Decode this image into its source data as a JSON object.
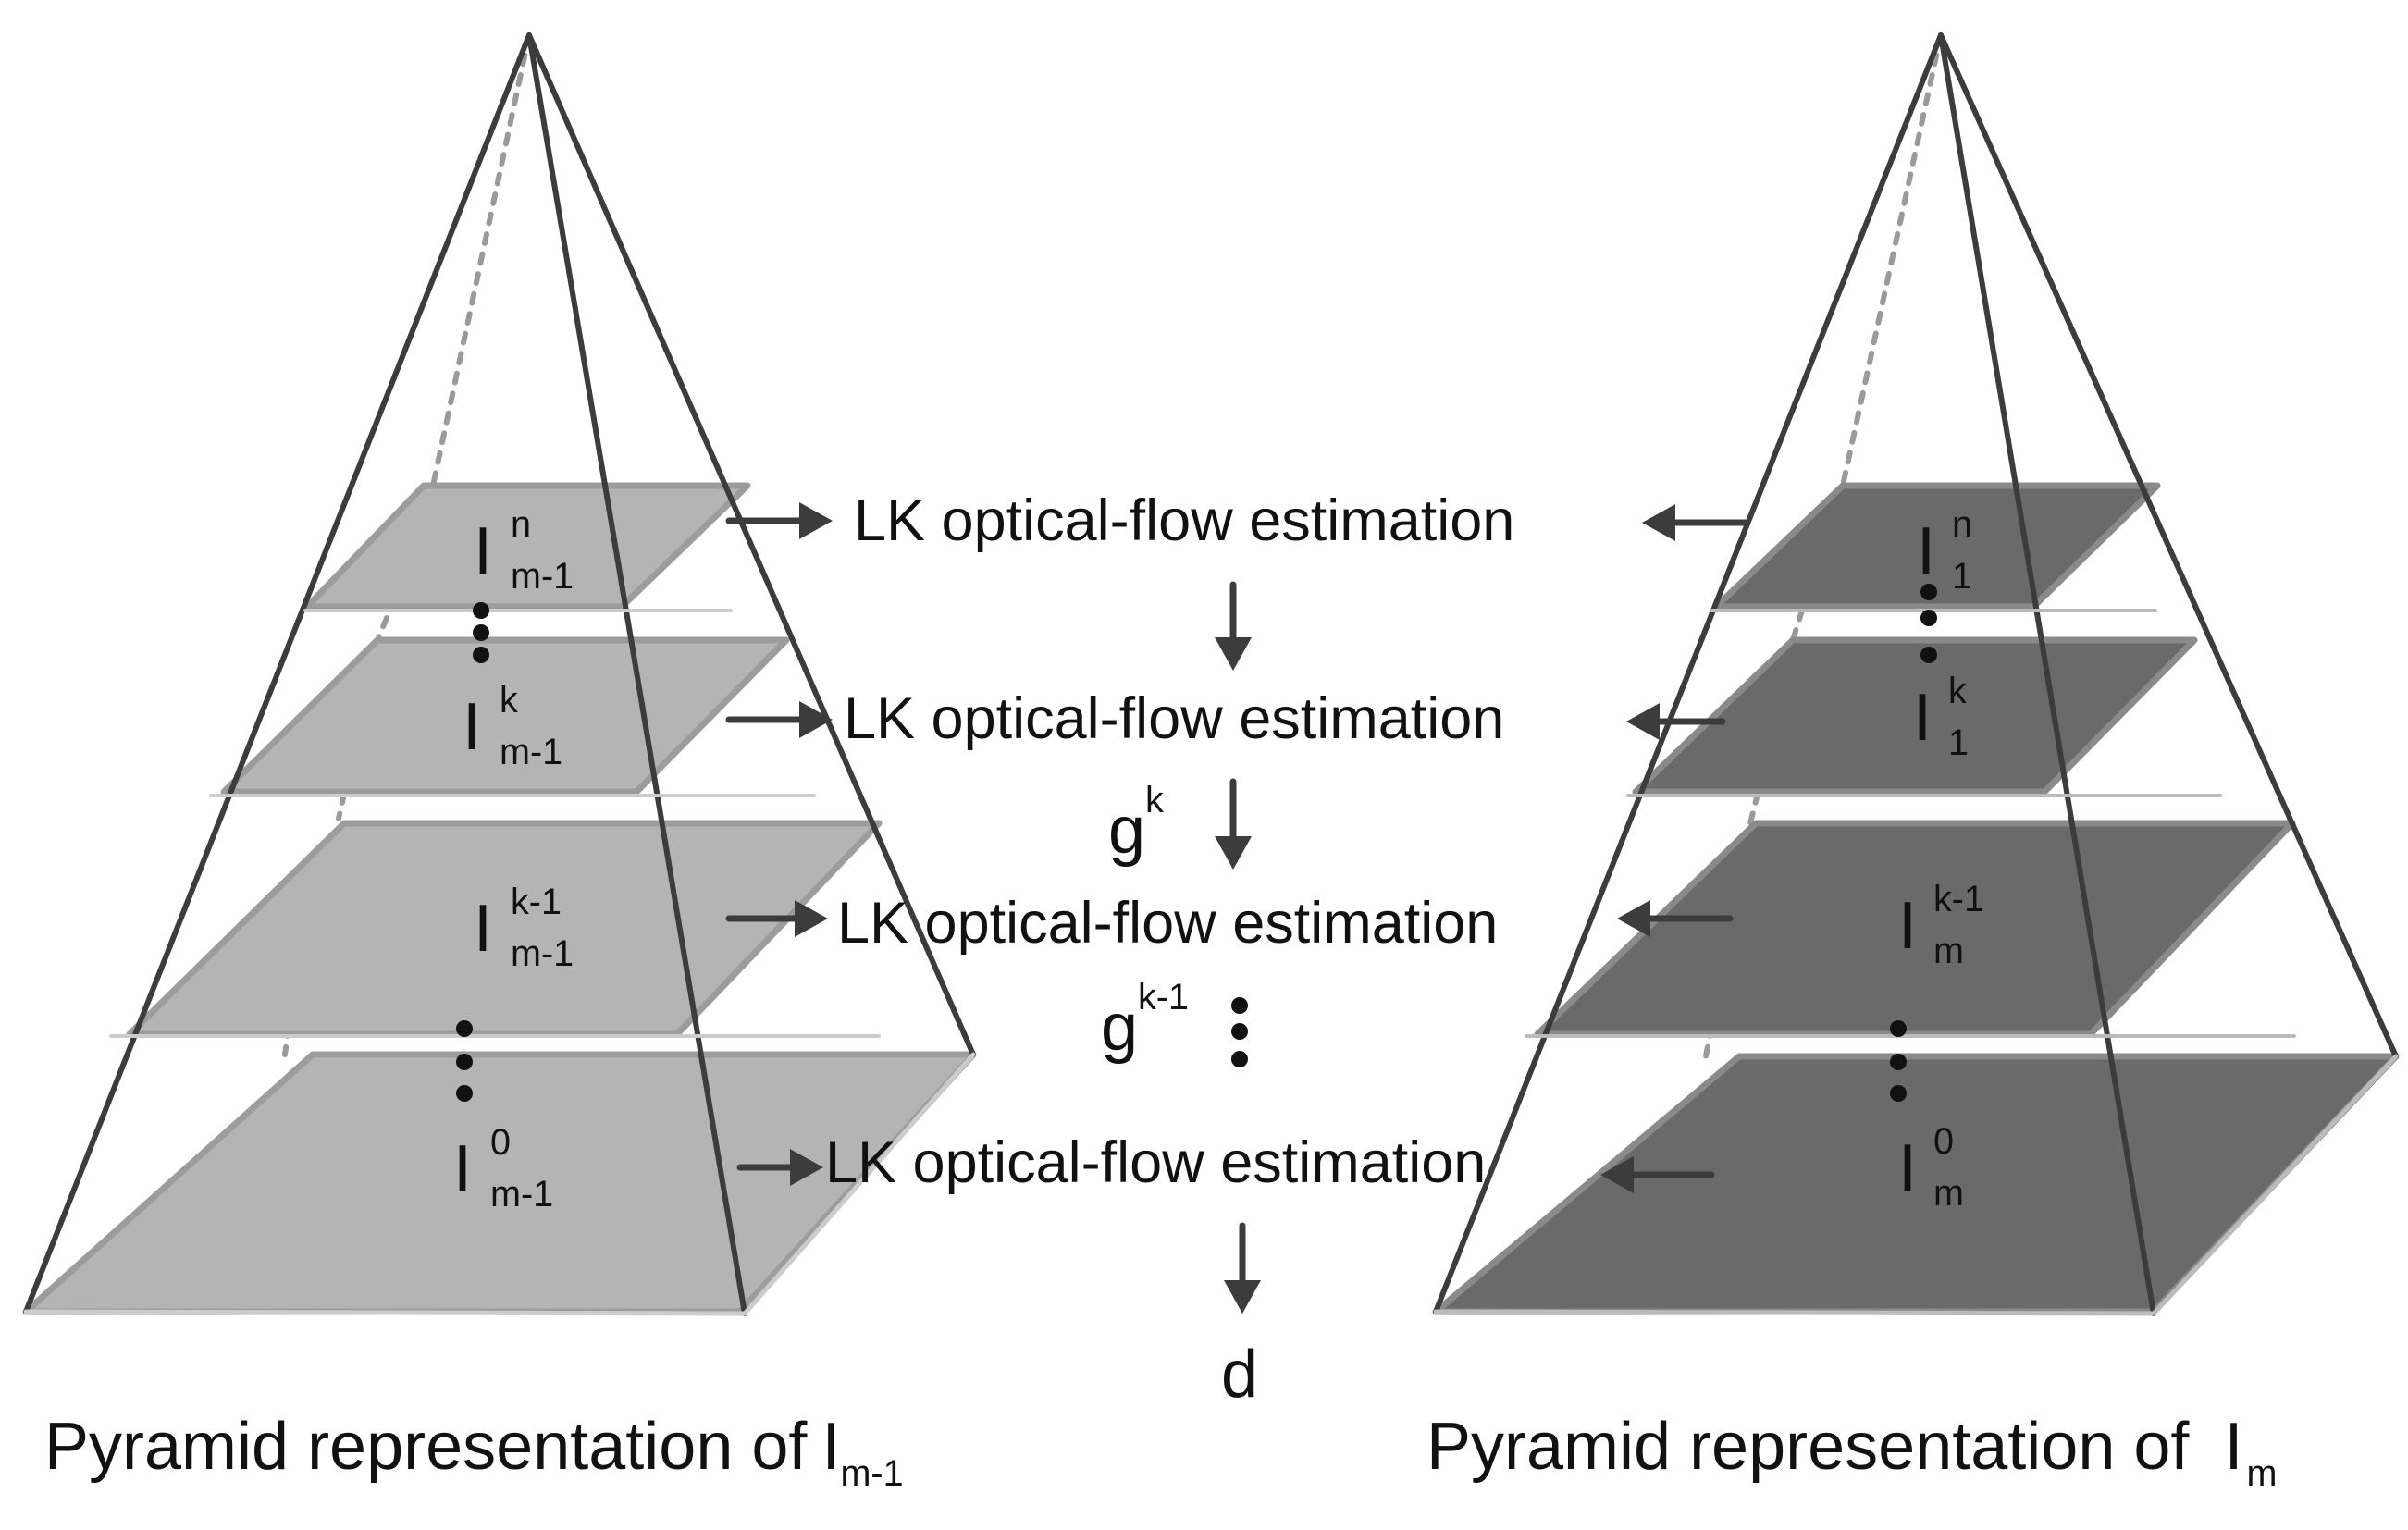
{
  "diagram": {
    "left_pyramid": {
      "levels": [
        {
          "base": "I",
          "sup": "n",
          "sub": "m-1"
        },
        {
          "base": "I",
          "sup": "k",
          "sub": "m-1"
        },
        {
          "base": "I",
          "sup": "k-1",
          "sub": "m-1"
        },
        {
          "base": "I",
          "sup": "0",
          "sub": "m-1"
        }
      ],
      "caption": {
        "text": "Pyramid representation of",
        "base": "I",
        "sub": "m-1"
      }
    },
    "right_pyramid": {
      "levels": [
        {
          "base": "I",
          "sup": "n",
          "sub": "1"
        },
        {
          "base": "I",
          "sup": "k",
          "sub": "1"
        },
        {
          "base": "I",
          "sup": "k-1",
          "sub": "m"
        },
        {
          "base": "I",
          "sup": "0",
          "sub": "m"
        }
      ],
      "caption": {
        "text": "Pyramid representation of",
        "base": "I",
        "sub": "m"
      }
    },
    "estimation_blocks": [
      "LK optical-flow estimation",
      "LK optical-flow estimation",
      "LK optical-flow estimation",
      "LK optical-flow estimation"
    ],
    "flow_variables": [
      {
        "base": "g",
        "sup": "k"
      },
      {
        "base": "g",
        "sup": "k-1"
      }
    ],
    "output": "d",
    "colors": {
      "left_layer": "#b4b4b4",
      "left_layer_edge": "#9c9c9c",
      "right_layer": "#6a6a6a",
      "right_layer_edge": "#8a8a8a",
      "edge": "#3c3c3c",
      "arrow": "#3c3c3c",
      "text": "#111111"
    }
  }
}
